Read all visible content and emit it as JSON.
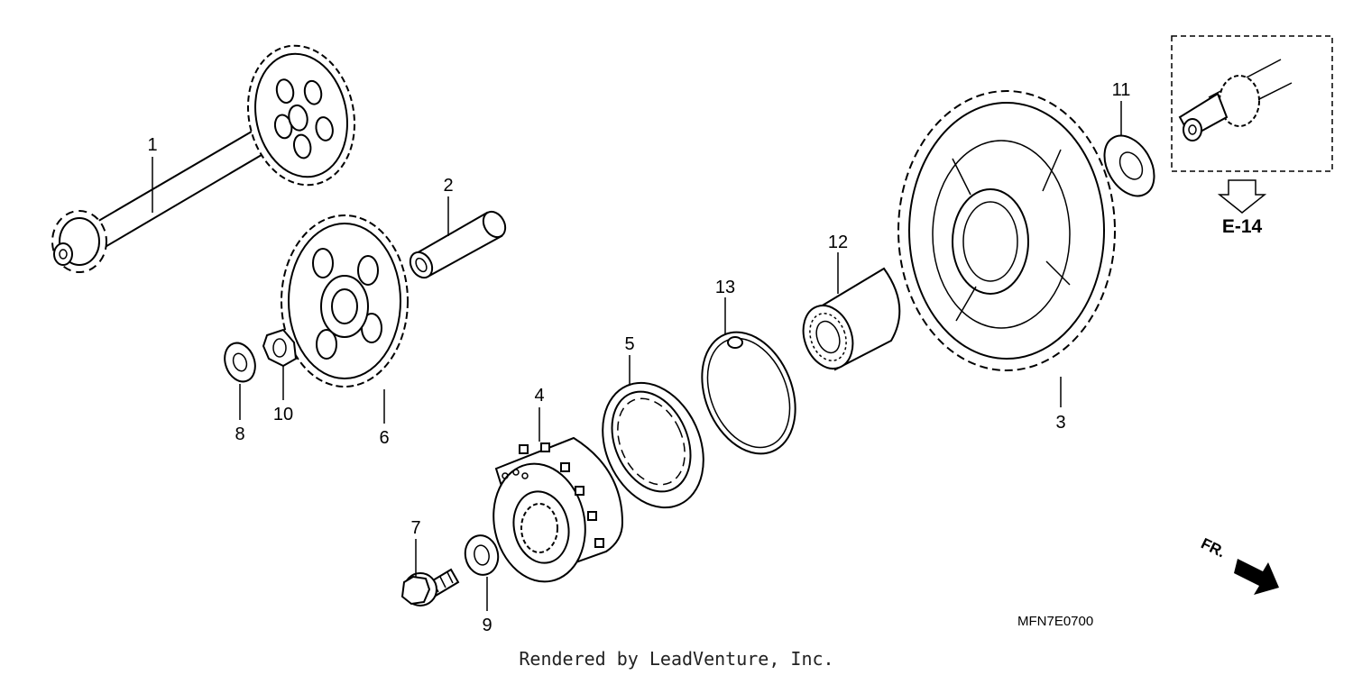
{
  "callouts": {
    "p1": "1",
    "p2": "2",
    "p3": "3",
    "p4": "4",
    "p5": "5",
    "p6": "6",
    "p7": "7",
    "p8": "8",
    "p9": "9",
    "p10": "10",
    "p11": "11",
    "p12": "12",
    "p13": "13"
  },
  "reference_label": "E-14",
  "diagram_code": "MFN7E0700",
  "direction_label": "FR.",
  "footer_text": "Rendered by LeadVenture, Inc."
}
